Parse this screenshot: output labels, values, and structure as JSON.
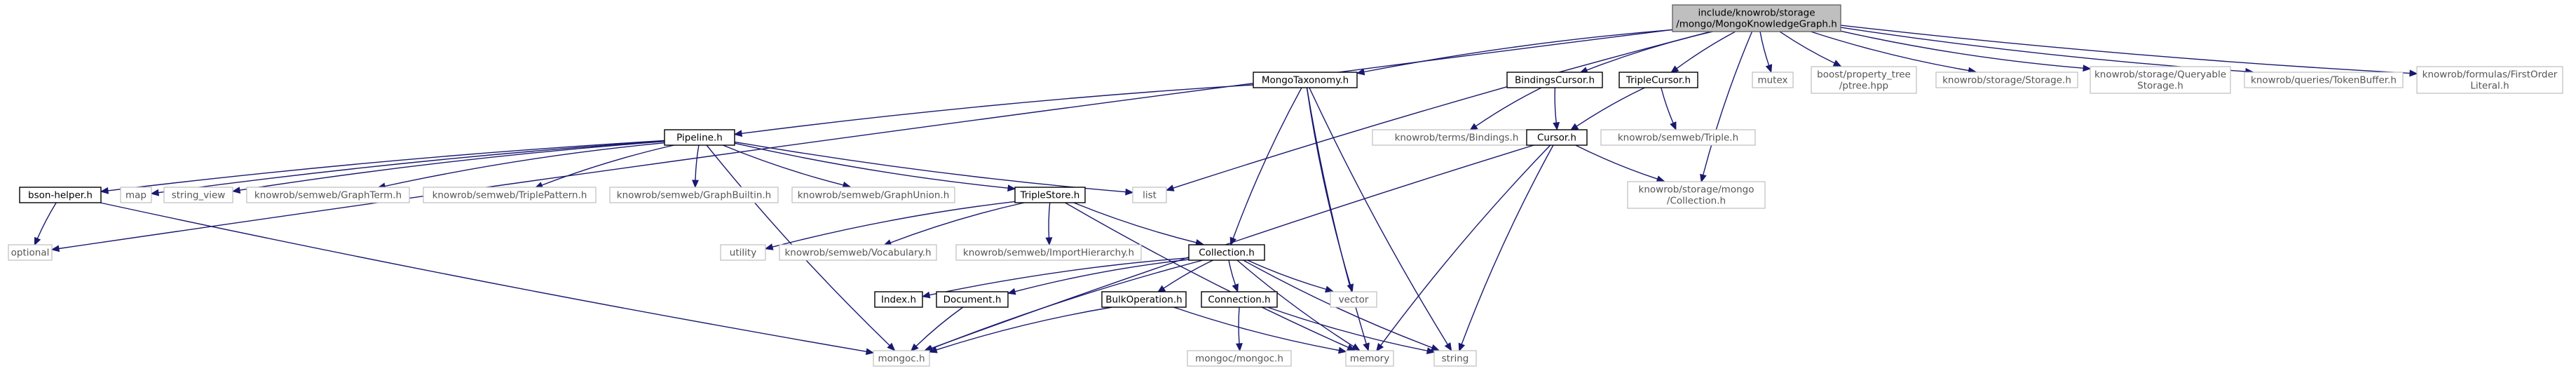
{
  "root": "include/knowrob/storage/mongo/MongoKnowledgeGraph.h",
  "colors": {
    "edge": "#191970",
    "root_fill": "#bfbfbf",
    "node_border": "#000000",
    "external_border": "#bfbfbf",
    "external_text": "#555555",
    "background": "#ffffff"
  },
  "nodes": [
    {
      "id": "root",
      "lines": [
        "include/knowrob/storage",
        "/mongo/MongoKnowledgeGraph.h"
      ],
      "kind": "root"
    },
    {
      "id": "optional",
      "lines": [
        "optional"
      ],
      "kind": "external"
    },
    {
      "id": "mongotaxonomy",
      "lines": [
        "MongoTaxonomy.h"
      ],
      "kind": "internal"
    },
    {
      "id": "pipeline",
      "lines": [
        "Pipeline.h"
      ],
      "kind": "internal"
    },
    {
      "id": "bsonhelper",
      "lines": [
        "bson-helper.h"
      ],
      "kind": "internal"
    },
    {
      "id": "mongoc",
      "lines": [
        "mongoc.h"
      ],
      "kind": "external"
    },
    {
      "id": "map",
      "lines": [
        "map"
      ],
      "kind": "external"
    },
    {
      "id": "string_view",
      "lines": [
        "string_view"
      ],
      "kind": "external"
    },
    {
      "id": "graphterm",
      "lines": [
        "knowrob/semweb/GraphTerm.h"
      ],
      "kind": "external"
    },
    {
      "id": "triplepattern",
      "lines": [
        "knowrob/semweb/TriplePattern.h"
      ],
      "kind": "external"
    },
    {
      "id": "graphbuiltin",
      "lines": [
        "knowrob/semweb/GraphBuiltin.h"
      ],
      "kind": "external"
    },
    {
      "id": "graphunion",
      "lines": [
        "knowrob/semweb/GraphUnion.h"
      ],
      "kind": "external"
    },
    {
      "id": "triplestore",
      "lines": [
        "TripleStore.h"
      ],
      "kind": "internal"
    },
    {
      "id": "utility",
      "lines": [
        "utility"
      ],
      "kind": "external"
    },
    {
      "id": "vocabulary",
      "lines": [
        "knowrob/semweb/Vocabulary.h"
      ],
      "kind": "external"
    },
    {
      "id": "importhierarchy",
      "lines": [
        "knowrob/semweb/ImportHierarchy.h"
      ],
      "kind": "external"
    },
    {
      "id": "collection",
      "lines": [
        "Collection.h"
      ],
      "kind": "internal"
    },
    {
      "id": "index",
      "lines": [
        "Index.h"
      ],
      "kind": "internal"
    },
    {
      "id": "document",
      "lines": [
        "Document.h"
      ],
      "kind": "internal"
    },
    {
      "id": "bulkop",
      "lines": [
        "BulkOperation.h"
      ],
      "kind": "internal"
    },
    {
      "id": "connection",
      "lines": [
        "Connection.h"
      ],
      "kind": "internal"
    },
    {
      "id": "mongocmongoc",
      "lines": [
        "mongoc/mongoc.h"
      ],
      "kind": "external"
    },
    {
      "id": "memory",
      "lines": [
        "memory"
      ],
      "kind": "external"
    },
    {
      "id": "string",
      "lines": [
        "string"
      ],
      "kind": "external"
    },
    {
      "id": "vector",
      "lines": [
        "vector"
      ],
      "kind": "external"
    },
    {
      "id": "list",
      "lines": [
        "list"
      ],
      "kind": "external"
    },
    {
      "id": "bindingscursor",
      "lines": [
        "BindingsCursor.h"
      ],
      "kind": "internal"
    },
    {
      "id": "bindings",
      "lines": [
        "knowrob/terms/Bindings.h"
      ],
      "kind": "external"
    },
    {
      "id": "cursor",
      "lines": [
        "Cursor.h"
      ],
      "kind": "internal"
    },
    {
      "id": "triplecursor",
      "lines": [
        "TripleCursor.h"
      ],
      "kind": "internal"
    },
    {
      "id": "triple",
      "lines": [
        "knowrob/semweb/Triple.h"
      ],
      "kind": "external"
    },
    {
      "id": "mongocollection",
      "lines": [
        "knowrob/storage/mongo",
        "/Collection.h"
      ],
      "kind": "external"
    },
    {
      "id": "mutex",
      "lines": [
        "mutex"
      ],
      "kind": "external"
    },
    {
      "id": "ptree",
      "lines": [
        "boost/property_tree",
        "/ptree.hpp"
      ],
      "kind": "external"
    },
    {
      "id": "storage",
      "lines": [
        "knowrob/storage/Storage.h"
      ],
      "kind": "external"
    },
    {
      "id": "queryable",
      "lines": [
        "knowrob/storage/Queryable",
        "Storage.h"
      ],
      "kind": "external"
    },
    {
      "id": "tokenbuffer",
      "lines": [
        "knowrob/queries/TokenBuffer.h"
      ],
      "kind": "external"
    },
    {
      "id": "firstorder",
      "lines": [
        "knowrob/formulas/FirstOrder",
        "Literal.h"
      ],
      "kind": "external"
    }
  ],
  "edges": [
    [
      "root",
      "optional"
    ],
    [
      "root",
      "mongotaxonomy"
    ],
    [
      "root",
      "list"
    ],
    [
      "root",
      "bindingscursor"
    ],
    [
      "root",
      "triplecursor"
    ],
    [
      "root",
      "mongocollection"
    ],
    [
      "root",
      "mutex"
    ],
    [
      "root",
      "ptree"
    ],
    [
      "root",
      "storage"
    ],
    [
      "root",
      "queryable"
    ],
    [
      "root",
      "tokenbuffer"
    ],
    [
      "root",
      "firstorder"
    ],
    [
      "mongotaxonomy",
      "pipeline"
    ],
    [
      "mongotaxonomy",
      "collection"
    ],
    [
      "mongotaxonomy",
      "vector"
    ],
    [
      "mongotaxonomy",
      "memory"
    ],
    [
      "mongotaxonomy",
      "string"
    ],
    [
      "pipeline",
      "bsonhelper"
    ],
    [
      "pipeline",
      "map"
    ],
    [
      "pipeline",
      "string_view"
    ],
    [
      "pipeline",
      "graphterm"
    ],
    [
      "pipeline",
      "triplepattern"
    ],
    [
      "pipeline",
      "graphbuiltin"
    ],
    [
      "pipeline",
      "graphunion"
    ],
    [
      "pipeline",
      "triplestore"
    ],
    [
      "pipeline",
      "list"
    ],
    [
      "pipeline",
      "mongoc"
    ],
    [
      "bsonhelper",
      "optional"
    ],
    [
      "bsonhelper",
      "mongoc"
    ],
    [
      "triplestore",
      "utility"
    ],
    [
      "triplestore",
      "vocabulary"
    ],
    [
      "triplestore",
      "importhierarchy"
    ],
    [
      "triplestore",
      "collection"
    ],
    [
      "triplestore",
      "memory"
    ],
    [
      "collection",
      "mongoc"
    ],
    [
      "collection",
      "index"
    ],
    [
      "collection",
      "document"
    ],
    [
      "collection",
      "bulkop"
    ],
    [
      "collection",
      "connection"
    ],
    [
      "collection",
      "vector"
    ],
    [
      "collection",
      "memory"
    ],
    [
      "collection",
      "string"
    ],
    [
      "document",
      "mongoc"
    ],
    [
      "bulkop",
      "mongoc"
    ],
    [
      "bulkop",
      "memory"
    ],
    [
      "connection",
      "mongocmongoc"
    ],
    [
      "connection",
      "string"
    ],
    [
      "bindingscursor",
      "bindings"
    ],
    [
      "bindingscursor",
      "cursor"
    ],
    [
      "triplecursor",
      "triple"
    ],
    [
      "triplecursor",
      "cursor"
    ],
    [
      "cursor",
      "mongocollection"
    ],
    [
      "cursor",
      "mongoc"
    ],
    [
      "cursor",
      "memory"
    ],
    [
      "cursor",
      "string"
    ]
  ]
}
